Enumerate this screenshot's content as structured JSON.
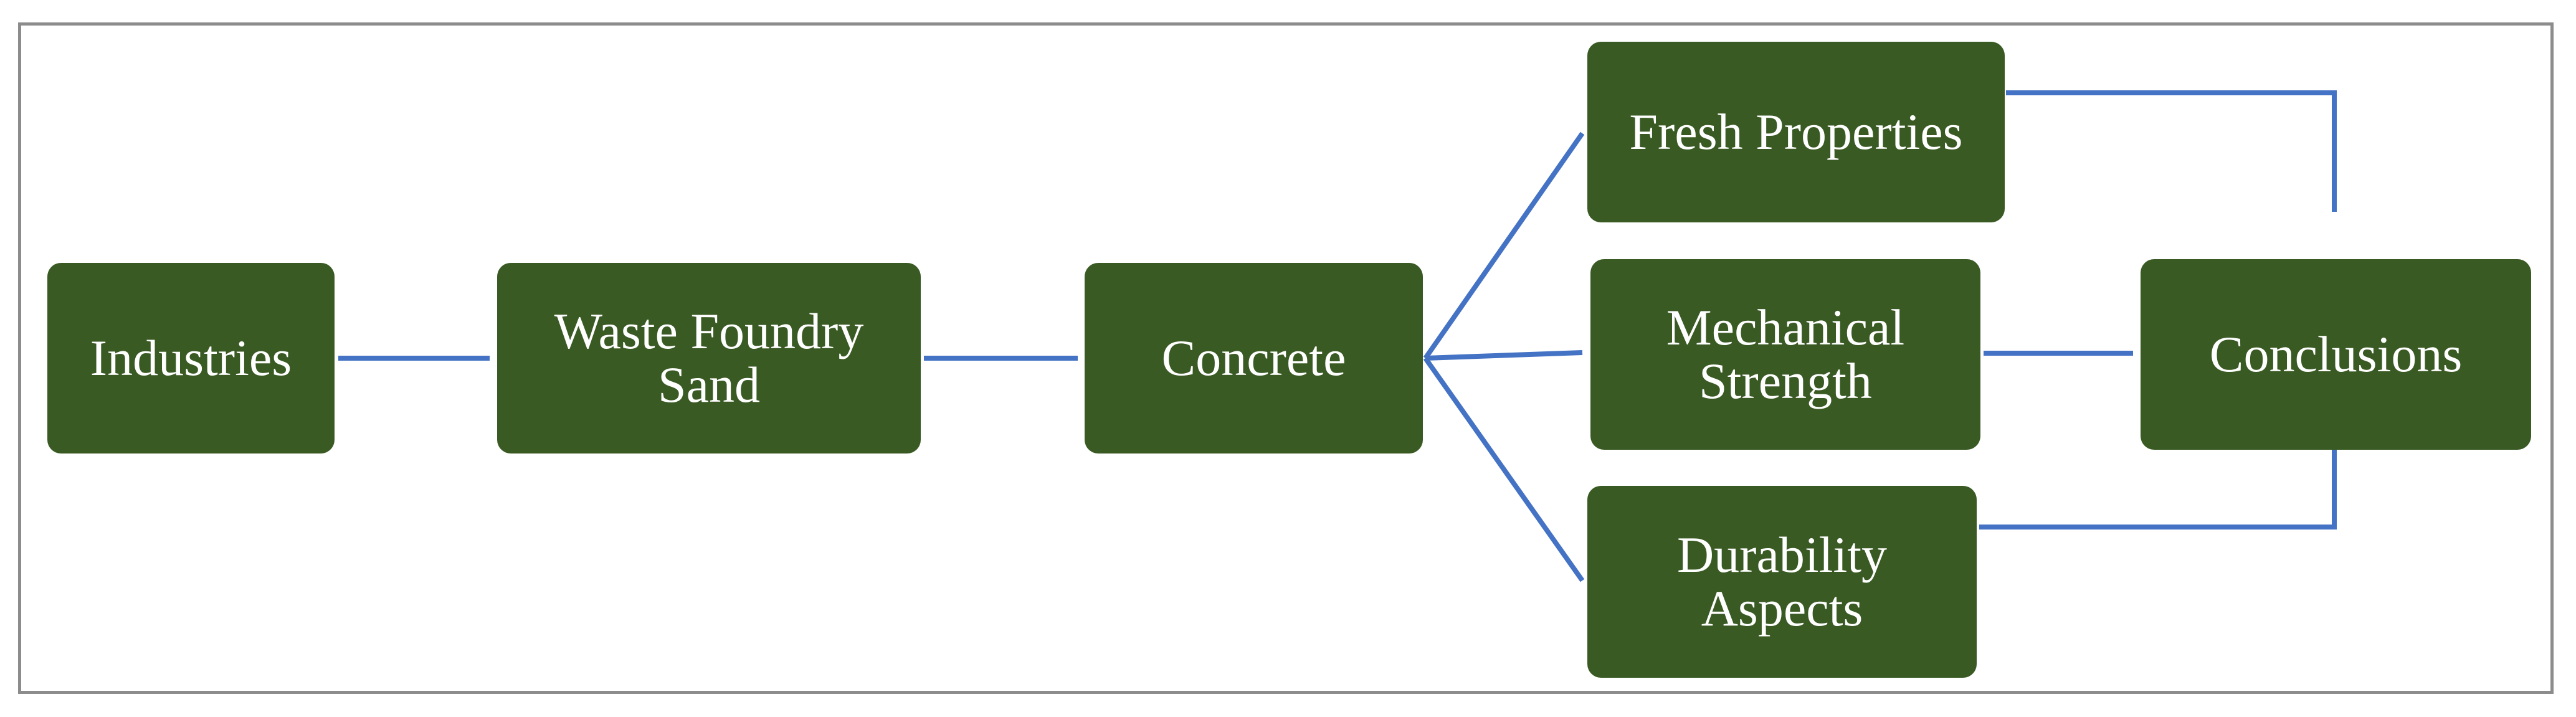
{
  "diagram": {
    "nodes": {
      "industries": "Industries",
      "waste_foundry_sand": "Waste Foundry\nSand",
      "concrete": "Concrete",
      "fresh_properties": "Fresh Properties",
      "mechanical_strength": "Mechanical\nStrength",
      "durability_aspects": "Durability\nAspects",
      "conclusions": "Conclusions"
    },
    "colors": {
      "node_fill": "#3a5a24",
      "node_text": "#ffffff",
      "connector": "#4472c4",
      "frame_border": "#8c8c8c"
    }
  }
}
